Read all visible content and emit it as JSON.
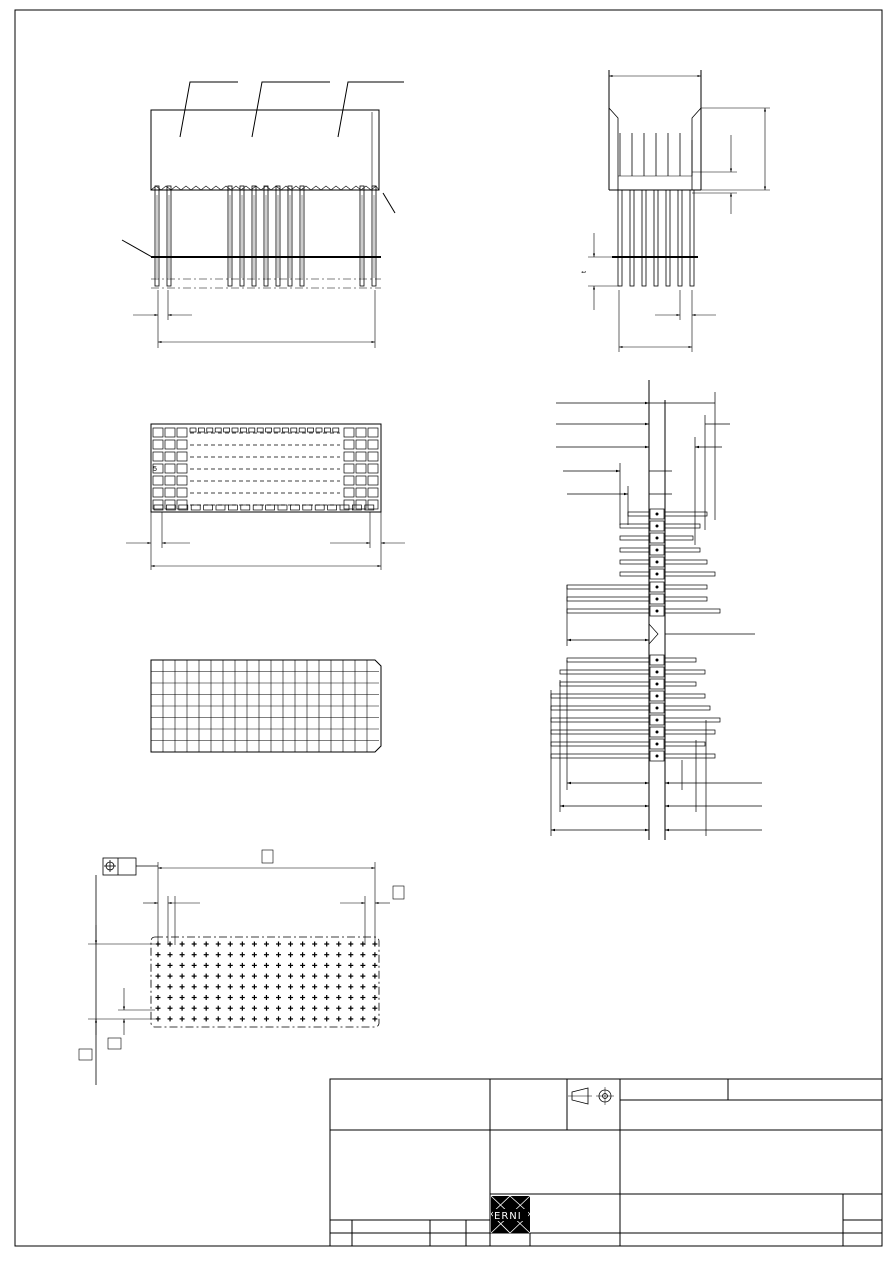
{
  "drawing": {
    "title_block": {
      "logo_text": "ERNI"
    },
    "dimension_marks": {
      "side_view_t": "t",
      "top_view_marker": "5"
    }
  }
}
